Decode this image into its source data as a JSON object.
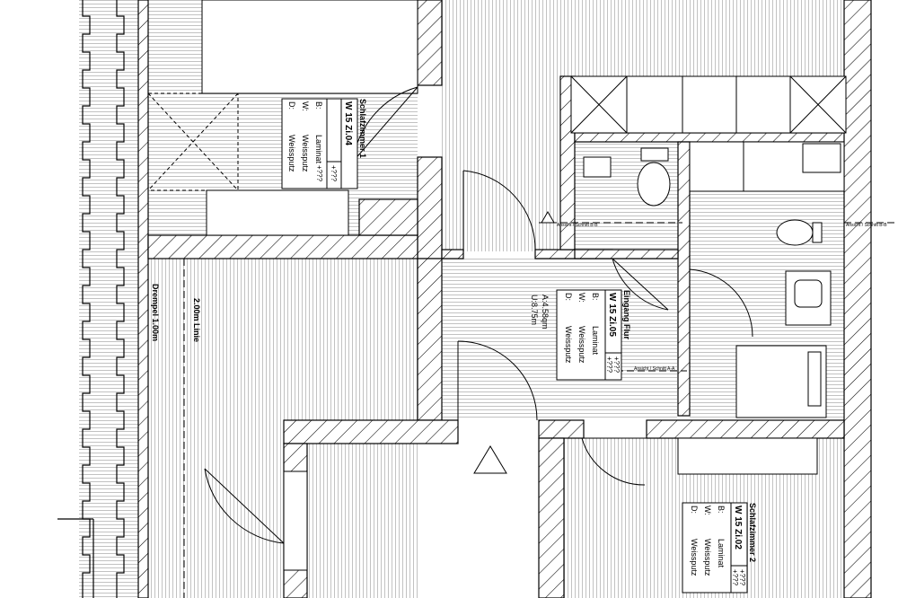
{
  "rooms": {
    "schlaf1": {
      "name": "Schlafzimmer 1",
      "id": "W 15 Zi.04",
      "area": "+???",
      "perimeter": "+???",
      "rows": [
        {
          "key": "B:",
          "val": "Laminat"
        },
        {
          "key": "W:",
          "val": "Weissputz"
        },
        {
          "key": "D:",
          "val": "Weissputz"
        }
      ]
    },
    "flur": {
      "name": "Eingang Flur",
      "id": "W 15 Zi.05",
      "area": "+???",
      "perimeter": "+???",
      "area_line": "A:4.58qm",
      "perim_line": "U:8.75m",
      "rows": [
        {
          "key": "B:",
          "val": "Laminat"
        },
        {
          "key": "W:",
          "val": "Weissputz"
        },
        {
          "key": "D:",
          "val": "Weissputz"
        }
      ]
    },
    "schlaf2": {
      "name": "Schlafzimmer 2",
      "id": "W 15 Zi.02",
      "area": "+???",
      "perimeter": "+???",
      "rows": [
        {
          "key": "B:",
          "val": "Laminat"
        },
        {
          "key": "W:",
          "val": "Weissputz"
        },
        {
          "key": "D:",
          "val": "Weissputz"
        }
      ]
    }
  },
  "annotations": {
    "line_2m": "2.00m Linie",
    "drempel": "Drempel 1.00m",
    "section_bb_left": "Ansicht / Schnitt B-B",
    "section_bb_right": "Ansicht / Schnitt B-B",
    "section_aa": "Ansicht / Schnitt A-A"
  }
}
